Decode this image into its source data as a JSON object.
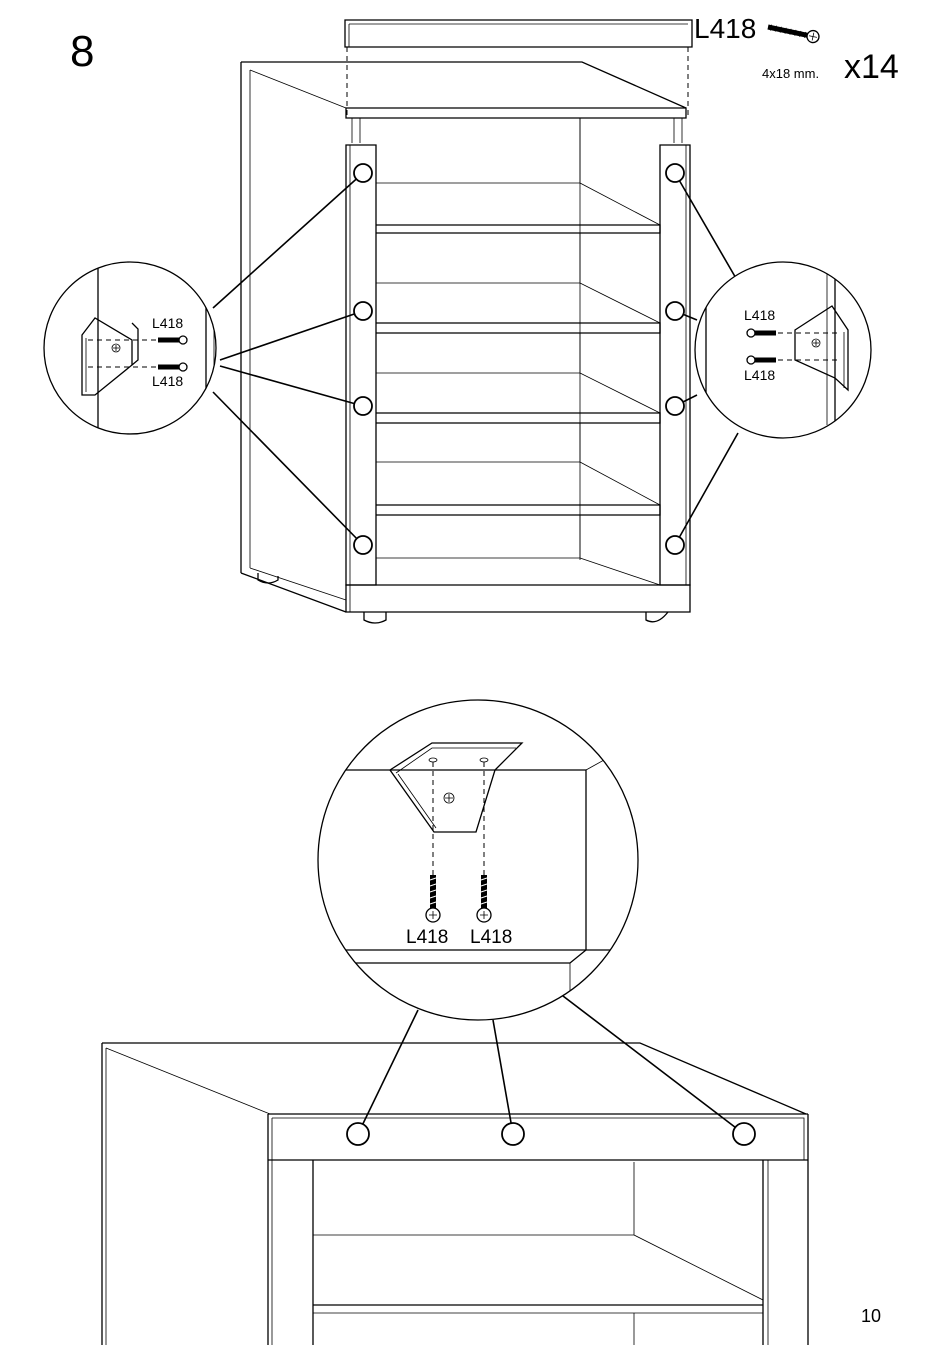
{
  "step": {
    "number": "8"
  },
  "parts": {
    "header": {
      "code": "L418",
      "size": "4x18 mm.",
      "quantity": "x14"
    },
    "left_detail": {
      "upper_label": "L418",
      "lower_label": "L418"
    },
    "right_detail": {
      "upper_label": "L418",
      "lower_label": "L418"
    },
    "bottom_detail": {
      "left_label": "L418",
      "right_label": "L418"
    }
  },
  "footer": {
    "page_number": "10"
  },
  "colors": {
    "ink": "#000000",
    "paper": "#ffffff"
  },
  "icons": {
    "screw": "screw-icon",
    "bracket": "angle-bracket-icon"
  }
}
